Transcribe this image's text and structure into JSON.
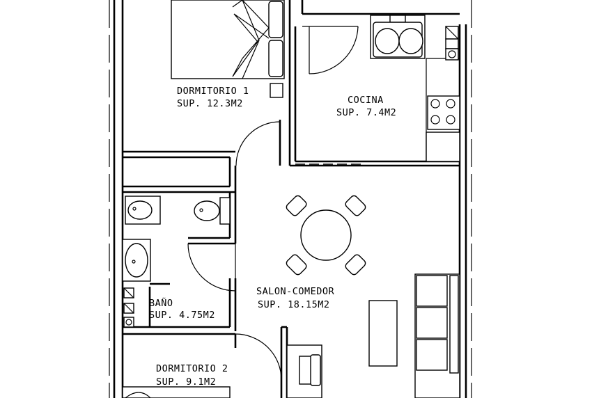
{
  "rooms": {
    "dormitorio1": {
      "name": "DORMITORIO 1",
      "area": "SUP. 12.3M2"
    },
    "cocina": {
      "name": "COCINA",
      "area": "SUP. 7.4M2"
    },
    "salon": {
      "name": "SALON-COMEDOR",
      "area": "SUP. 18.15M2"
    },
    "bano": {
      "name": "BAÑO",
      "area": "SUP. 4.75M2"
    },
    "dormitorio2": {
      "name": "DORMITORIO 2",
      "area": "SUP. 9.1M2"
    }
  }
}
